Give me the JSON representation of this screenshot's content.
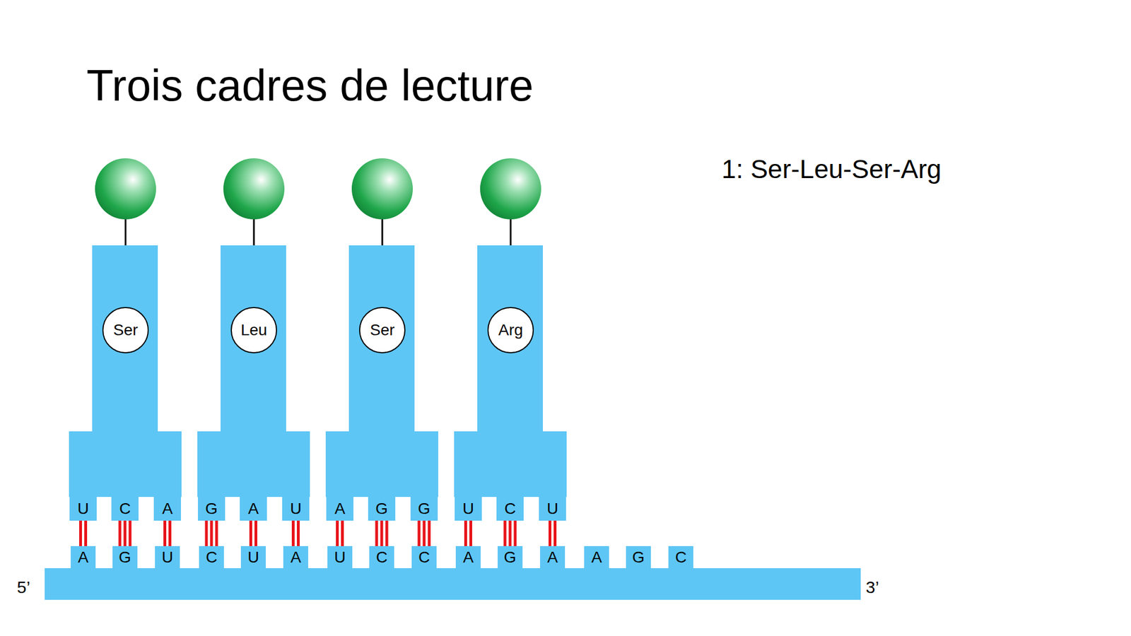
{
  "diagram": {
    "title": "Trois cadres de lecture",
    "nodes": [
      {
        "text": [
          "Ser"
        ]
      },
      {
        "text": [
          "Leu"
        ]
      },
      {
        "text": [
          "Ser"
        ]
      },
      {
        "text": [
          "Arg"
        ]
      },
      {
        "text": [
          "U"
        ]
      },
      {
        "text": [
          "C"
        ]
      },
      {
        "text": [
          "A"
        ]
      },
      {
        "text": [
          "G"
        ]
      },
      {
        "text": [
          "A"
        ]
      },
      {
        "text": [
          "U"
        ]
      },
      {
        "text": [
          "A"
        ]
      },
      {
        "text": [
          "G"
        ]
      },
      {
        "text": [
          "G"
        ]
      },
      {
        "text": [
          "U"
        ]
      },
      {
        "text": [
          "C"
        ]
      },
      {
        "text": [
          "U"
        ]
      },
      {
        "text": [
          "A"
        ]
      },
      {
        "text": [
          "G"
        ]
      },
      {
        "text": [
          "U"
        ]
      },
      {
        "text": [
          "C"
        ]
      },
      {
        "text": [
          "U"
        ]
      },
      {
        "text": [
          "A"
        ]
      },
      {
        "text": [
          "U"
        ]
      },
      {
        "text": [
          "C"
        ]
      },
      {
        "text": [
          "C"
        ]
      },
      {
        "text": [
          "A"
        ]
      },
      {
        "text": [
          "G"
        ]
      },
      {
        "text": [
          "A"
        ]
      },
      {
        "text": [
          "A"
        ]
      },
      {
        "text": [
          "G"
        ]
      },
      {
        "text": [
          "C"
        ]
      }
    ],
    "edges": [
      {
        "from": 4,
        "to": 16,
        "arrow": "none"
      },
      {
        "from": 5,
        "to": 17,
        "arrow": "none"
      },
      {
        "from": 6,
        "to": 18,
        "arrow": "none"
      },
      {
        "from": 7,
        "to": 19,
        "arrow": "none"
      },
      {
        "from": 8,
        "to": 20,
        "arrow": "none"
      },
      {
        "from": 9,
        "to": 21,
        "arrow": "none"
      },
      {
        "from": 10,
        "to": 22,
        "arrow": "none"
      },
      {
        "from": 11,
        "to": 23,
        "arrow": "none"
      },
      {
        "from": 12,
        "to": 24,
        "arrow": "none"
      },
      {
        "from": 13,
        "to": 25,
        "arrow": "none"
      },
      {
        "from": 14,
        "to": 26,
        "arrow": "none"
      },
      {
        "from": 15,
        "to": 27,
        "arrow": "none"
      }
    ],
    "labels": [
      "1: Ser-Leu-Ser-Arg",
      "5’",
      "3’"
    ]
  }
}
